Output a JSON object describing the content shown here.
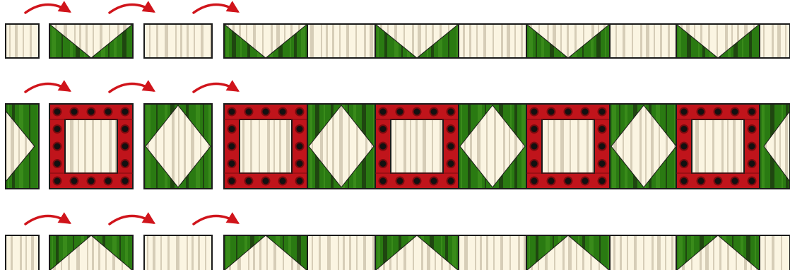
{
  "diagram": {
    "description_visible_text": "",
    "colors": {
      "cream": "#fbf5e2",
      "stripe_tan": "#cdc3ad",
      "green": "#2a7a12",
      "green_dark": "#1d3d10",
      "green_light": "#3c8e1c",
      "red": "#c0141b",
      "red_dark": "#7a0a0e",
      "outline": "#1a1a1a",
      "arrow": "#d0141b",
      "dot": "#111111"
    },
    "rows": [
      {
        "name": "top-row",
        "pattern": [
          "plain",
          "triangles-down",
          "plain",
          "triangles-down",
          "plain",
          "triangles-down",
          "plain",
          "triangles-down",
          "plain",
          "triangles-down",
          "plain"
        ],
        "arrows": 3
      },
      {
        "name": "middle-row",
        "pattern": [
          "half-diamond",
          "red-frame",
          "diamond",
          "red-frame",
          "diamond",
          "red-frame",
          "diamond",
          "red-frame",
          "diamond",
          "red-frame",
          "half-diamond"
        ],
        "arrows": 3
      },
      {
        "name": "bottom-row",
        "pattern": [
          "plain",
          "triangles-up",
          "plain",
          "triangles-up",
          "plain",
          "triangles-up",
          "plain",
          "triangles-up",
          "plain",
          "triangles-up",
          "plain"
        ],
        "arrows": 3
      }
    ]
  }
}
